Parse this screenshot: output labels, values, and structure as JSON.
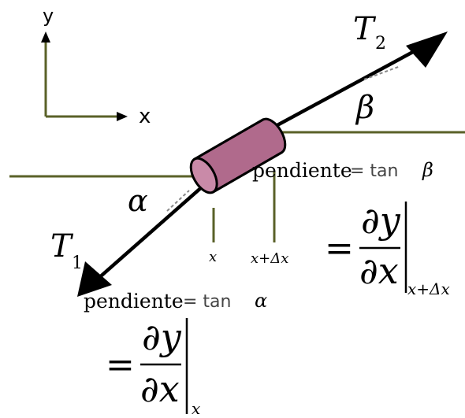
{
  "axes": {
    "y_label": "y",
    "x_label": "x"
  },
  "tensions": {
    "t2_symbol": "T",
    "t2_sub": "2",
    "t1_symbol": "T",
    "t1_sub": "1"
  },
  "angles": {
    "beta": "β",
    "alpha": "α"
  },
  "positions": {
    "x": "x",
    "x_plus_dx": "x+Δx"
  },
  "slope_right": {
    "label": "pendiente",
    "eq": "= tan",
    "angle": "β",
    "equals": "=",
    "numerator": "∂y",
    "denominator": "∂x",
    "eval_at": "x+Δx"
  },
  "slope_left": {
    "label": "pendiente",
    "eq": "= tan",
    "angle": "α",
    "equals": "=",
    "numerator": "∂y",
    "denominator": "∂x",
    "eval_at": "x"
  },
  "colors": {
    "line": "#5a6128",
    "arrow": "#000000",
    "segment_fill": "#b06a8c",
    "segment_end": "#c98aa8",
    "text": "#000000",
    "gray_text": "#444444"
  }
}
